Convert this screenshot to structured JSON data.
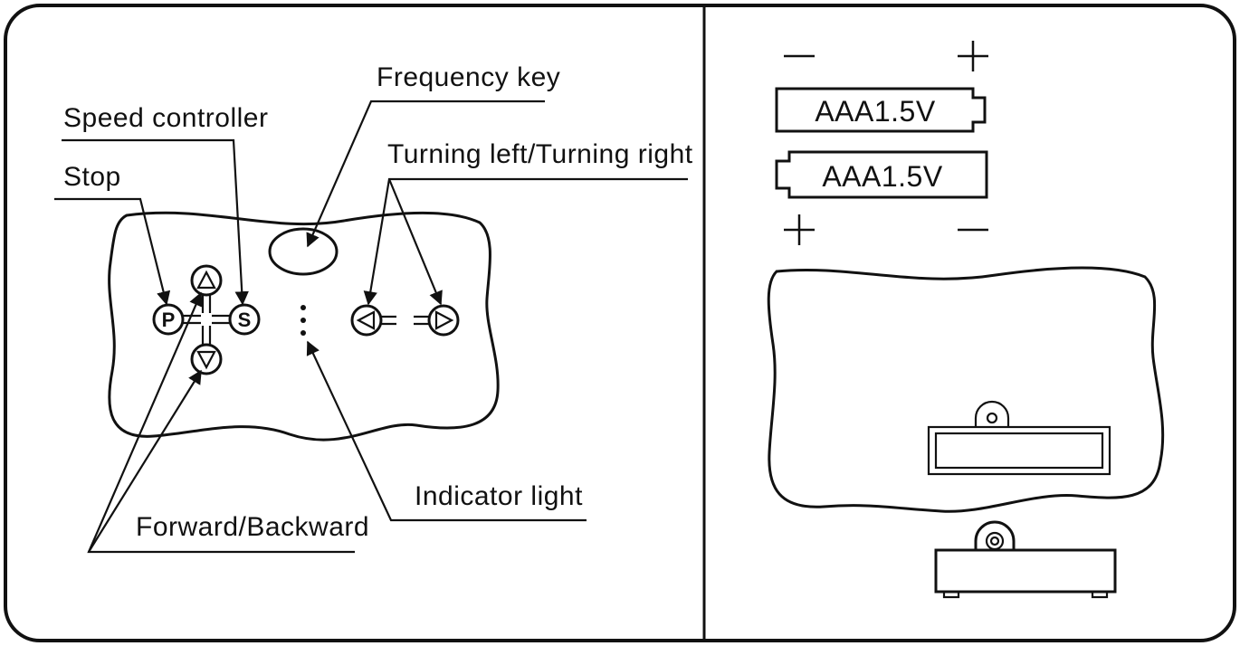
{
  "left_panel": {
    "labels": {
      "frequency_key": "Frequency key",
      "speed_controller": "Speed controller",
      "stop": "Stop",
      "turning": "Turning left/Turning right",
      "indicator_light": "Indicator light",
      "forward_backward": "Forward/Backward"
    },
    "keys": {
      "stop": "P",
      "speed": "S"
    }
  },
  "right_panel": {
    "battery_top": {
      "label": "AAA1.5V",
      "left_pole": "−",
      "right_pole": "+"
    },
    "battery_bottom": {
      "label": "AAA1.5V",
      "left_pole": "+",
      "right_pole": "−"
    }
  },
  "colors": {
    "ink": "#111111",
    "background": "#ffffff"
  }
}
